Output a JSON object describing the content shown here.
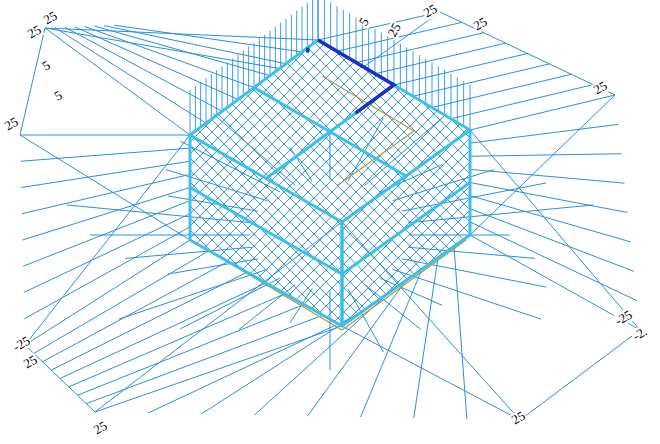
{
  "diagram": {
    "labels": [
      "25",
      "25",
      "25",
      "5",
      "5",
      "25",
      "5",
      "25",
      "25",
      "-25",
      "-2.",
      "-25",
      "25",
      "25",
      "25",
      "25"
    ]
  }
}
